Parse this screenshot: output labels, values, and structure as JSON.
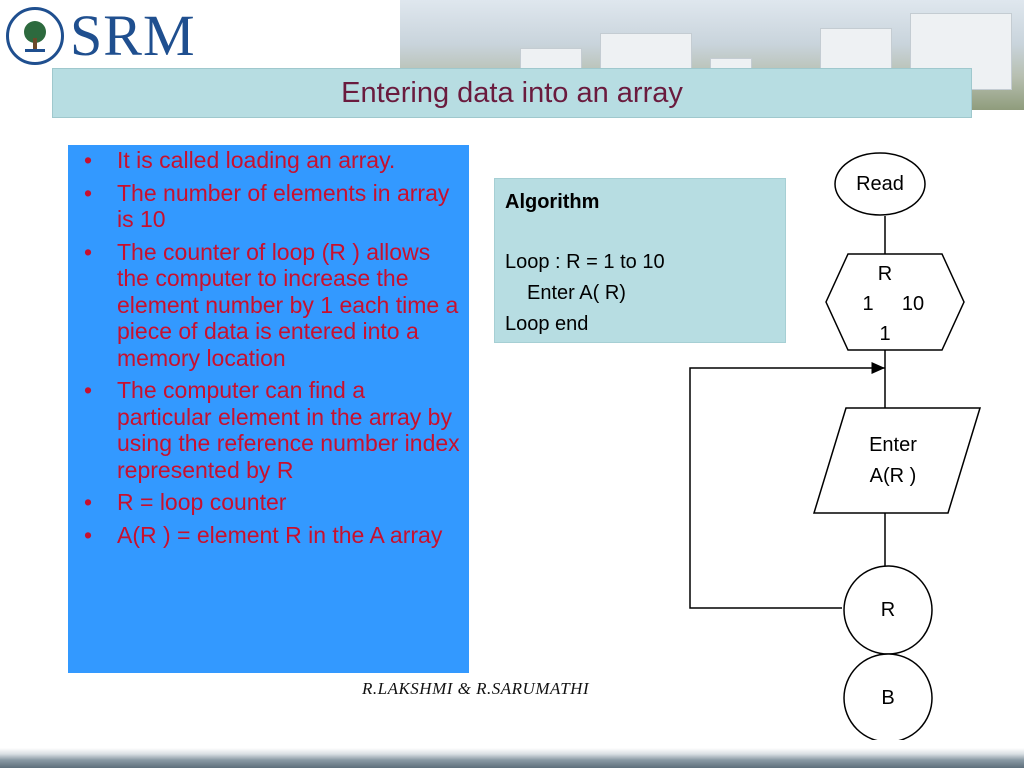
{
  "logo": {
    "text": "SRM"
  },
  "title": "Entering data into an array",
  "bullets": [
    "It is called loading an array.",
    "The number of elements in array is 10",
    "The counter of loop (R ) allows the computer to increase the element number by 1 each time a piece of data is entered into a memory location",
    "The computer can find a particular element in the array by using the reference number index represented by R",
    "R = loop counter",
    "A(R ) = element R in the A array"
  ],
  "algorithm": {
    "title": "Algorithm",
    "line1": "Loop : R = 1 to 10",
    "line2": "Enter A( R)",
    "line3": "Loop end"
  },
  "flowchart": {
    "read": "Read",
    "loop_var": "R",
    "loop_start": "1",
    "loop_end": "10",
    "loop_step": "1",
    "enter_line1": "Enter",
    "enter_line2": "A(R )",
    "counter": "R",
    "connector": "B"
  },
  "footer": {
    "authors": "R.LAKSHMI  &  R.SARUMATHI"
  },
  "colors": {
    "title_bar": "#b7dde2",
    "title_text": "#6a1b3e",
    "bullet_panel": "#3399ff",
    "bullet_text": "#c8102e",
    "logo_blue": "#1f4f8f"
  }
}
